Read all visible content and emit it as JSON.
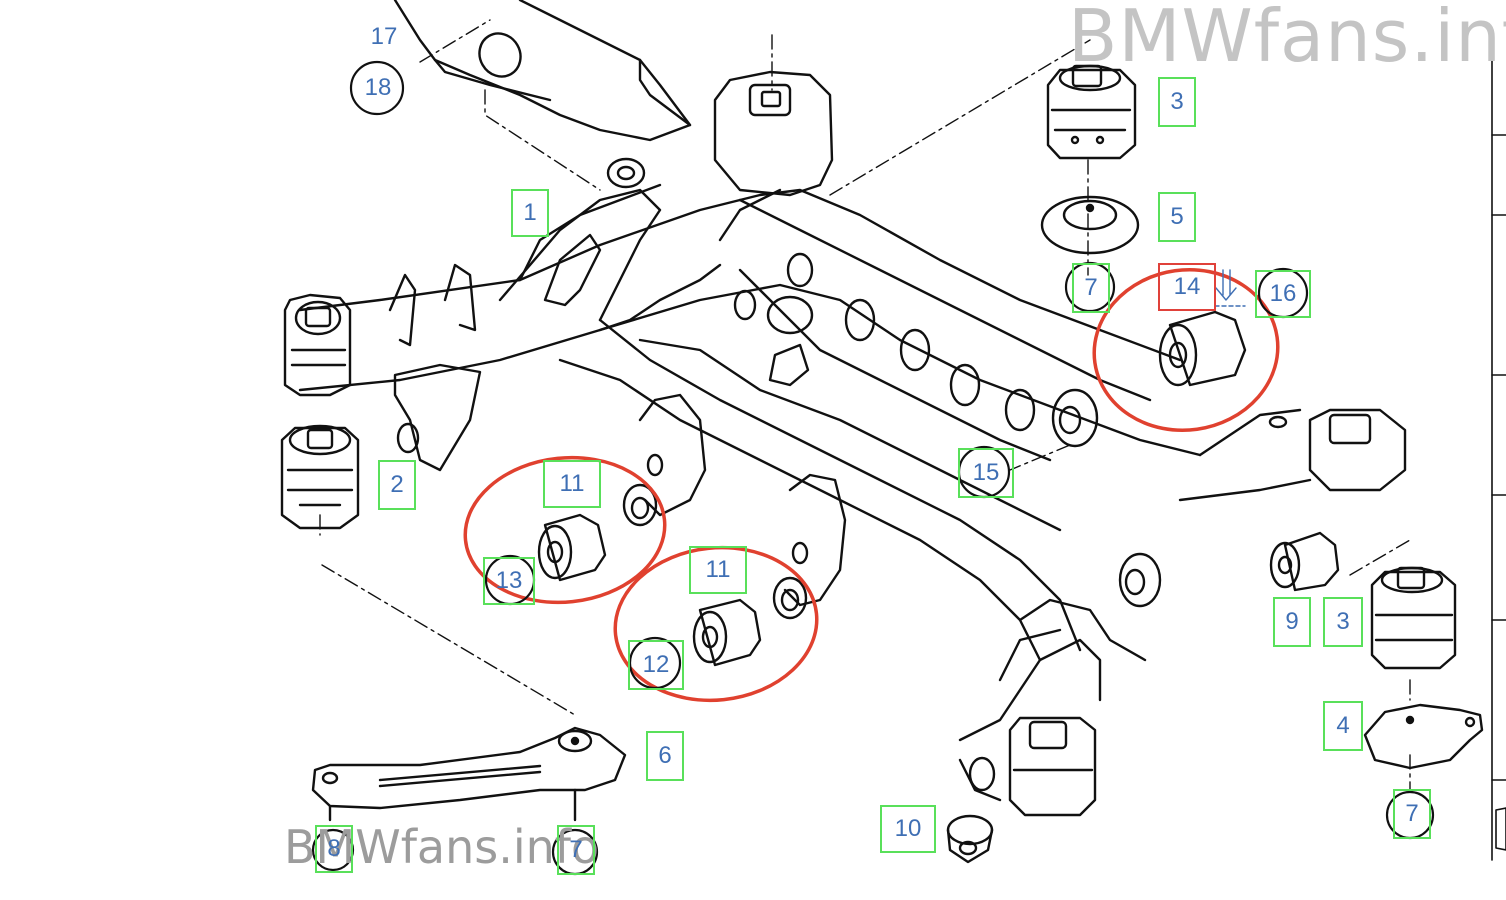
{
  "watermark": {
    "top": "BMWfans.info",
    "bottom": "BMWfans.info"
  },
  "colors": {
    "line": "#111111",
    "callout_text": "#3f6fb4",
    "highlight_box": "#59e05a",
    "highlight_red": "#e0413a",
    "circle": "#e0412f"
  },
  "callouts": {
    "c1": "1",
    "c2": "2",
    "c3a": "3",
    "c3b": "3",
    "c4": "4",
    "c5": "5",
    "c6": "6",
    "c7a": "7",
    "c7b": "7",
    "c7c": "7",
    "c8": "8",
    "c9": "9",
    "c10": "10",
    "c11a": "11",
    "c11b": "11",
    "c12": "12",
    "c13": "13",
    "c14": "14",
    "c15": "15",
    "c16": "16",
    "c17": "17",
    "c18": "18"
  }
}
